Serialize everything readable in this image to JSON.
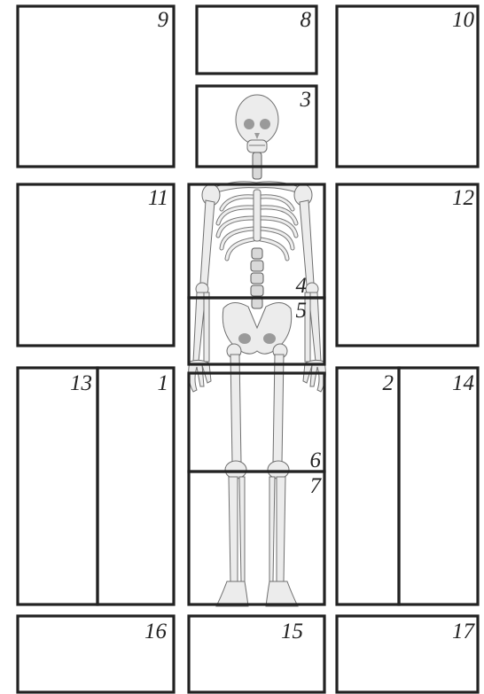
{
  "regions": [
    {
      "id": "r9",
      "label": "9"
    },
    {
      "id": "r8",
      "label": "8"
    },
    {
      "id": "r10",
      "label": "10"
    },
    {
      "id": "r3",
      "label": "3"
    },
    {
      "id": "r11",
      "label": "11"
    },
    {
      "id": "r12",
      "label": "12"
    },
    {
      "id": "r4",
      "label": "4"
    },
    {
      "id": "r5",
      "label": "5"
    },
    {
      "id": "r13",
      "label": "13"
    },
    {
      "id": "r1",
      "label": "1"
    },
    {
      "id": "r2",
      "label": "2"
    },
    {
      "id": "r14",
      "label": "14"
    },
    {
      "id": "r6",
      "label": "6"
    },
    {
      "id": "r7",
      "label": "7"
    },
    {
      "id": "r16",
      "label": "16"
    },
    {
      "id": "r15",
      "label": "15"
    },
    {
      "id": "r17",
      "label": "17"
    }
  ],
  "figure": {
    "icon": "human-skeleton-icon"
  }
}
